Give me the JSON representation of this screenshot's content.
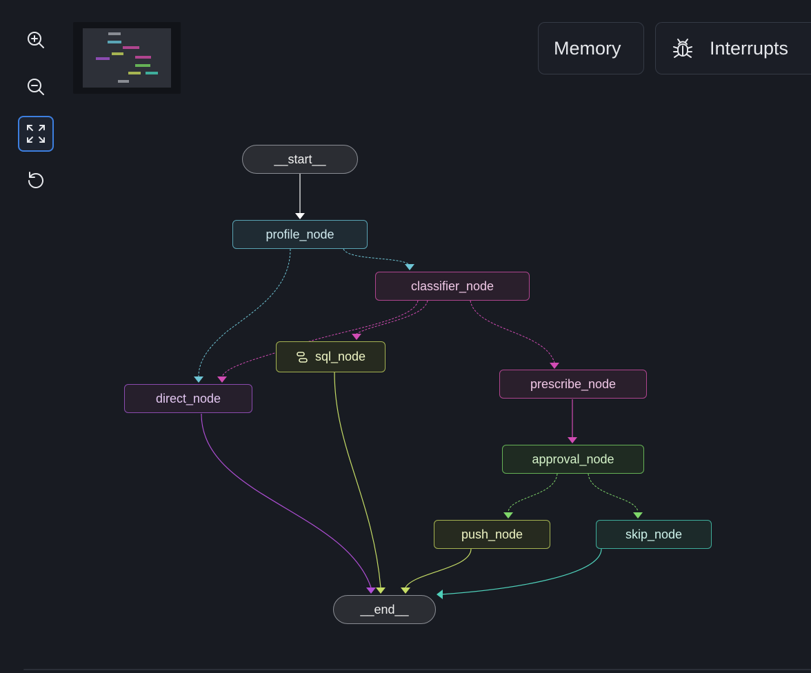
{
  "toolbar": {
    "zoom_in": "zoom-in-icon",
    "zoom_out": "zoom-out-icon",
    "fit_view": "fit-view-icon",
    "reset": "reset-icon"
  },
  "header": {
    "memory_label": "Memory",
    "interrupts_label": "Interrupts",
    "interrupts_icon": "bug-icon"
  },
  "colors": {
    "background": "#181b22",
    "neutral": "#c8c8c8",
    "cyan": "#6fc6d6",
    "magenta": "#d24cb4",
    "purple": "#b04fd6",
    "lime": "#c6dd66",
    "green": "#7fd66a",
    "teal": "#4fd0ba",
    "accent": "#3d7fe0"
  },
  "graph": {
    "nodes": [
      {
        "id": "start",
        "label": "__start__",
        "kind": "terminal",
        "color": "#8a8d94",
        "text_color": "#f0f0f0",
        "fill": "#2b2d33"
      },
      {
        "id": "profile",
        "label": "profile_node",
        "kind": "node",
        "color": "#5aa5b5",
        "text_color": "#cfe9ee",
        "fill": "#1f2b33"
      },
      {
        "id": "classifier",
        "label": "classifier_node",
        "kind": "node",
        "color": "#b0458f",
        "text_color": "#f0c8e6",
        "fill": "#2a1f2c"
      },
      {
        "id": "sql",
        "label": "sql_node",
        "kind": "node",
        "color": "#a6b452",
        "text_color": "#eef4c4",
        "fill": "#262a1f",
        "icon": "subgraph-icon"
      },
      {
        "id": "direct",
        "label": "direct_node",
        "kind": "node",
        "color": "#8b4bb0",
        "text_color": "#e2c6f0",
        "fill": "#261f2c"
      },
      {
        "id": "prescribe",
        "label": "prescribe_node",
        "kind": "node",
        "color": "#b0458f",
        "text_color": "#f0c8e6",
        "fill": "#2a1f2c"
      },
      {
        "id": "approval",
        "label": "approval_node",
        "kind": "node",
        "color": "#66b256",
        "text_color": "#d4f2c8",
        "fill": "#1f2b22"
      },
      {
        "id": "push",
        "label": "push_node",
        "kind": "node",
        "color": "#a6b452",
        "text_color": "#eef4c4",
        "fill": "#262a1f"
      },
      {
        "id": "skip",
        "label": "skip_node",
        "kind": "node",
        "color": "#3fae9c",
        "text_color": "#cdf2ea",
        "fill": "#1c2a2a"
      },
      {
        "id": "end",
        "label": "__end__",
        "kind": "terminal",
        "color": "#8a8d94",
        "text_color": "#f0f0f0",
        "fill": "#2b2d33"
      }
    ],
    "edges": [
      {
        "from": "start",
        "to": "profile",
        "style": "solid",
        "color": "#ffffff"
      },
      {
        "from": "profile",
        "to": "classifier",
        "style": "dashed",
        "color": "#6fc6d6"
      },
      {
        "from": "profile",
        "to": "direct",
        "style": "dashed",
        "color": "#6fc6d6"
      },
      {
        "from": "classifier",
        "to": "sql",
        "style": "dashed",
        "color": "#d24cb4"
      },
      {
        "from": "classifier",
        "to": "direct",
        "style": "dashed",
        "color": "#d24cb4"
      },
      {
        "from": "classifier",
        "to": "prescribe",
        "style": "dashed",
        "color": "#d24cb4"
      },
      {
        "from": "prescribe",
        "to": "approval",
        "style": "solid",
        "color": "#d24cb4"
      },
      {
        "from": "approval",
        "to": "push",
        "style": "dashed",
        "color": "#7fd66a"
      },
      {
        "from": "approval",
        "to": "skip",
        "style": "dashed",
        "color": "#7fd66a"
      },
      {
        "from": "direct",
        "to": "end",
        "style": "solid",
        "color": "#b04fd6"
      },
      {
        "from": "sql",
        "to": "end",
        "style": "solid",
        "color": "#c6dd66"
      },
      {
        "from": "push",
        "to": "end",
        "style": "solid",
        "color": "#c6dd66"
      },
      {
        "from": "skip",
        "to": "end",
        "style": "solid",
        "color": "#4fd0ba"
      }
    ]
  }
}
